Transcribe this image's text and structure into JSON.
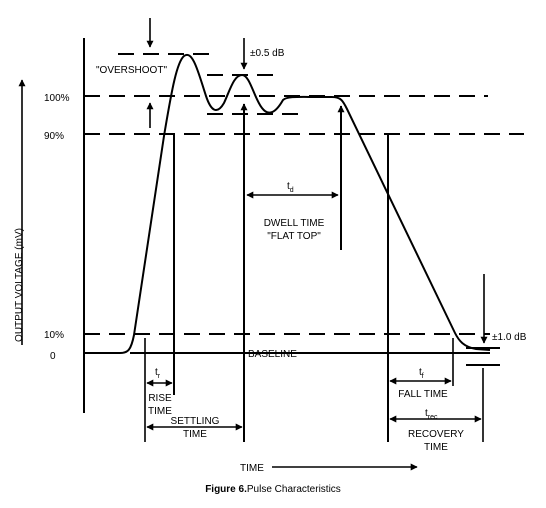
{
  "figure": {
    "caption_bold": "Figure 6.",
    "caption_text": "Pulse Characteristics"
  },
  "axes": {
    "y_label": "OUTPUT VOLTAGE (mV)",
    "x_label": "TIME",
    "levels": {
      "level_100": "100%",
      "level_90": "90%",
      "level_10": "10%",
      "level_0": "0"
    }
  },
  "annotations": {
    "overshoot": "\"OVERSHOOT\"",
    "ripple_tolerance": "±0.5 dB",
    "recovery_tolerance": "±1.0 dB",
    "baseline": "BASELINE",
    "rise_symbol": "t",
    "rise_sub": "r",
    "rise_line1": "RISE",
    "rise_line2": "TIME",
    "settling_line1": "SETTLING",
    "settling_line2": "TIME",
    "dwell_symbol": "t",
    "dwell_sub": "d",
    "dwell_line1": "DWELL TIME",
    "dwell_line2": "\"FLAT TOP\"",
    "fall_symbol": "t",
    "fall_sub": "f",
    "fall_line1": "FALL TIME",
    "recovery_symbol": "t",
    "recovery_sub": "rec",
    "recovery_line1": "RECOVERY",
    "recovery_line2": "TIME"
  }
}
